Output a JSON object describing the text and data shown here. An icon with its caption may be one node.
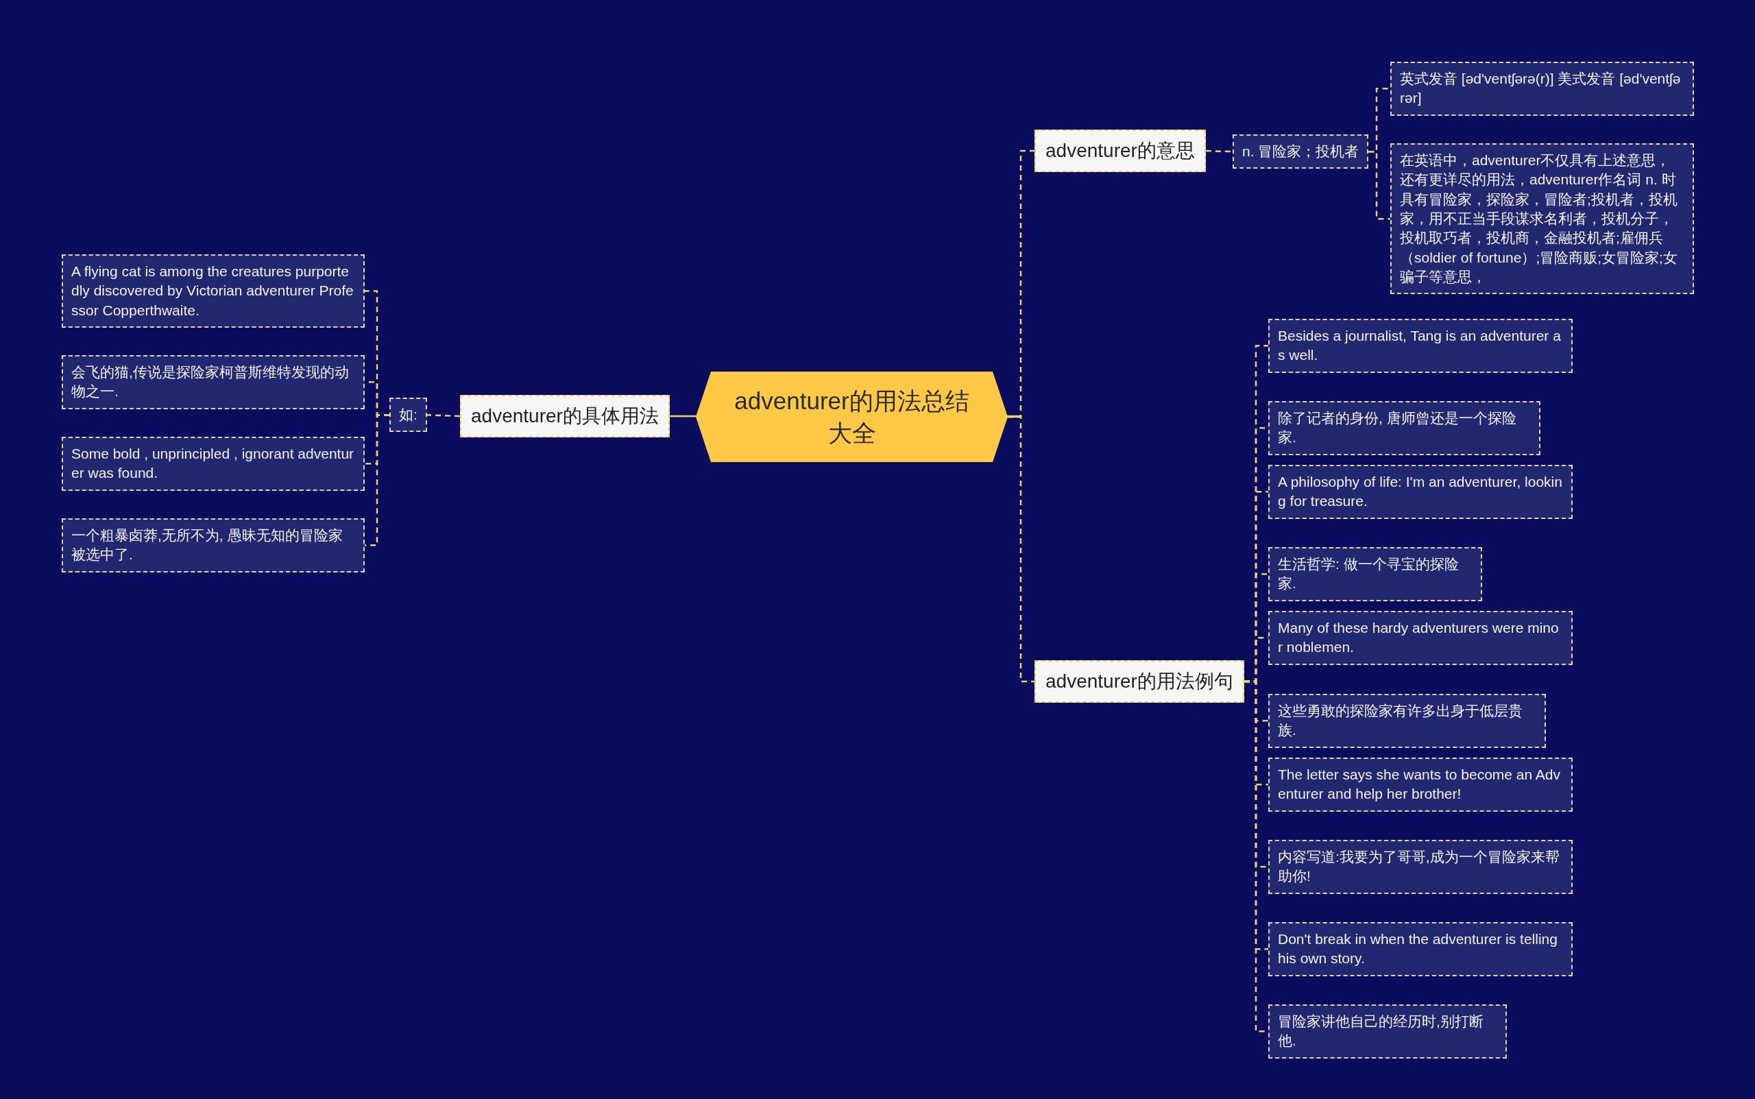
{
  "diagram": {
    "nodes": [
      {
        "text": [
          "adventurer的用法总结大全"
        ]
      },
      {
        "text": [
          "adventurer的意思"
        ]
      },
      {
        "text": [
          "n. 冒险家；投机者"
        ]
      },
      {
        "text": [
          "英式发音 [əd'ventʃərə(r)] 美式发音 [əd'ventʃərər]"
        ]
      },
      {
        "text": [
          "在英语中，adventurer不仅具有上述意思，还有更详尽的用法，adventurer作名词 n. 时具有冒险家，探险家，冒险者;投机者，投机家，用不正当手段谋求名利者，投机分子，投机取巧者，投机商，金融投机者;雇佣兵（soldier of fortune）;冒险商贩;女冒险家;女骗子等意思，"
        ]
      },
      {
        "text": [
          "adventurer的用法例句"
        ]
      },
      {
        "text": [
          "Besides a journalist, Tang is an adventurer as well."
        ]
      },
      {
        "text": [
          "除了记者的身份, 唐师曾还是一个探险家."
        ]
      },
      {
        "text": [
          "A philosophy of life: I'm an adventurer, looking for treasure."
        ]
      },
      {
        "text": [
          "生活哲学: 做一个寻宝的探险家."
        ]
      },
      {
        "text": [
          "Many of these hardy adventurers were minor noblemen."
        ]
      },
      {
        "text": [
          "这些勇敢的探险家有许多出身于低层贵族."
        ]
      },
      {
        "text": [
          "The letter says she wants to become an Adventurer and help her brother!"
        ]
      },
      {
        "text": [
          "内容写道:我要为了哥哥,成为一个冒险家来帮助你!"
        ]
      },
      {
        "text": [
          "Don't break in when the adventurer is telling his own story."
        ]
      },
      {
        "text": [
          "冒险家讲他自己的经历时,别打断他."
        ]
      },
      {
        "text": [
          "adventurer的具体用法"
        ]
      },
      {
        "text": [
          "如:"
        ]
      },
      {
        "text": [
          "A flying cat is among the creatures purportedly discovered by Victorian adventurer Professor Copperthwaite."
        ]
      },
      {
        "text": [
          "会飞的猫,传说是探险家柯普斯维特发现的动物之一."
        ]
      },
      {
        "text": [
          "Some bold , unprincipled , ignorant adventurer was found."
        ]
      },
      {
        "text": [
          "一个粗暴卤莽,无所不为, 愚昧无知的冒险家被选中了."
        ]
      }
    ],
    "edges": [
      {
        "from": 0,
        "to": 1,
        "arrow": "none",
        "style": "dashed"
      },
      {
        "from": 0,
        "to": 5,
        "arrow": "none",
        "style": "dashed"
      },
      {
        "from": 1,
        "to": 2,
        "arrow": "none",
        "style": "dashed"
      },
      {
        "from": 2,
        "to": 3,
        "arrow": "none",
        "style": "dashed"
      },
      {
        "from": 2,
        "to": 4,
        "arrow": "none",
        "style": "dashed"
      },
      {
        "from": 5,
        "to": 6,
        "arrow": "none",
        "style": "dashed"
      },
      {
        "from": 5,
        "to": 7,
        "arrow": "none",
        "style": "dashed"
      },
      {
        "from": 5,
        "to": 8,
        "arrow": "none",
        "style": "dashed"
      },
      {
        "from": 5,
        "to": 9,
        "arrow": "none",
        "style": "dashed"
      },
      {
        "from": 5,
        "to": 10,
        "arrow": "none",
        "style": "dashed"
      },
      {
        "from": 5,
        "to": 11,
        "arrow": "none",
        "style": "dashed"
      },
      {
        "from": 5,
        "to": 12,
        "arrow": "none",
        "style": "dashed"
      },
      {
        "from": 5,
        "to": 13,
        "arrow": "none",
        "style": "dashed"
      },
      {
        "from": 5,
        "to": 14,
        "arrow": "none",
        "style": "dashed"
      },
      {
        "from": 5,
        "to": 15,
        "arrow": "none",
        "style": "dashed"
      },
      {
        "from": 0,
        "to": 16,
        "arrow": "none"
      },
      {
        "from": 16,
        "to": 17,
        "arrow": "none",
        "style": "dashed"
      },
      {
        "from": 17,
        "to": 18,
        "arrow": "none",
        "style": "dashed"
      },
      {
        "from": 17,
        "to": 19,
        "arrow": "none",
        "style": "dashed"
      },
      {
        "from": 17,
        "to": 20,
        "arrow": "none",
        "style": "dashed"
      },
      {
        "from": 17,
        "to": 21,
        "arrow": "none",
        "style": "dashed"
      }
    ]
  }
}
